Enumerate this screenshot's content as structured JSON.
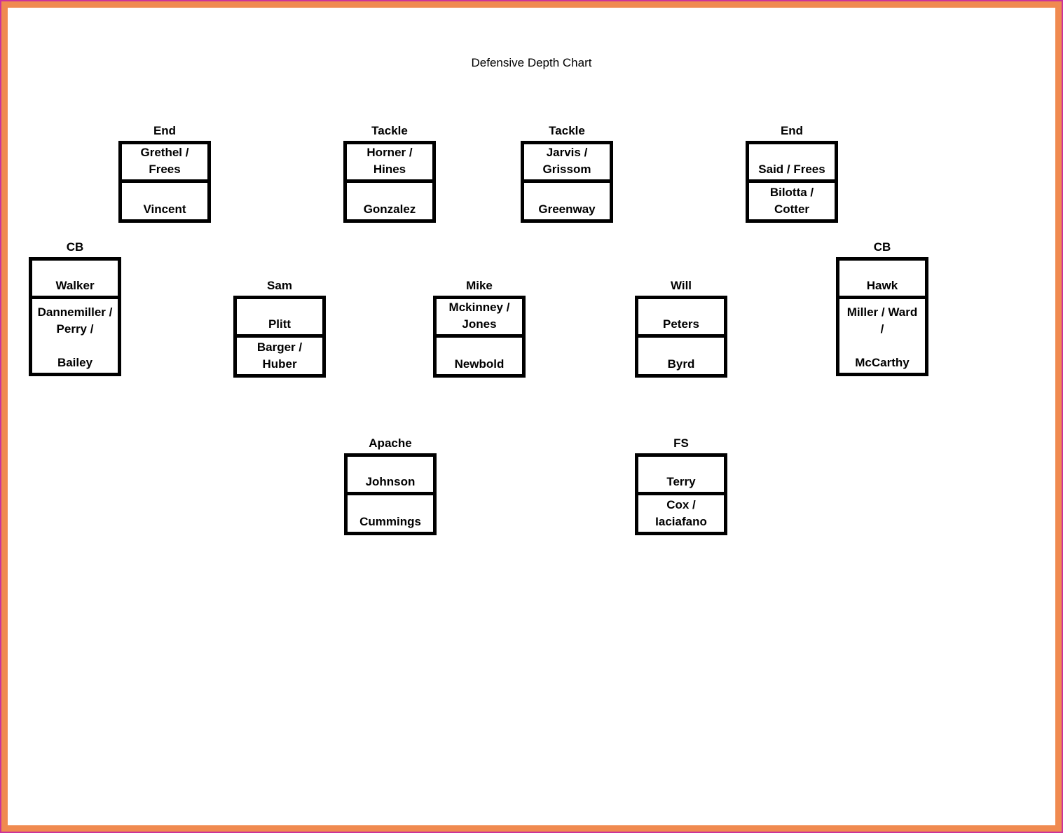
{
  "title": "Defensive Depth Chart",
  "colors": {
    "frame_outer": "#cc3399",
    "frame_inner": "#f08a50",
    "box_border": "#000000",
    "background": "#ffffff"
  },
  "positions": [
    {
      "id": "end-left",
      "label": "End",
      "starters": [
        "Grethel /",
        "Frees"
      ],
      "backups": [
        "Vincent"
      ]
    },
    {
      "id": "tackle-left",
      "label": "Tackle",
      "starters": [
        "Horner /",
        "Hines"
      ],
      "backups": [
        "Gonzalez"
      ]
    },
    {
      "id": "tackle-right",
      "label": "Tackle",
      "starters": [
        "Jarvis /",
        "Grissom"
      ],
      "backups": [
        "Greenway"
      ]
    },
    {
      "id": "end-right",
      "label": "End",
      "starters": [
        "Said / Frees"
      ],
      "backups": [
        "Bilotta /",
        "Cotter"
      ]
    },
    {
      "id": "cb-left",
      "label": "CB",
      "starters": [
        "Walker"
      ],
      "backups": [
        "Dannemiller /",
        "Perry /",
        "",
        "Bailey"
      ]
    },
    {
      "id": "sam",
      "label": "Sam",
      "starters": [
        "Plitt"
      ],
      "backups": [
        "Barger /",
        "Huber"
      ]
    },
    {
      "id": "mike",
      "label": "Mike",
      "starters": [
        "Mckinney /",
        "Jones"
      ],
      "backups": [
        "Newbold"
      ]
    },
    {
      "id": "will",
      "label": "Will",
      "starters": [
        "Peters"
      ],
      "backups": [
        "Byrd"
      ]
    },
    {
      "id": "cb-right",
      "label": "CB",
      "starters": [
        "Hawk"
      ],
      "backups": [
        "Miller / Ward",
        "/",
        "",
        "McCarthy"
      ]
    },
    {
      "id": "apache",
      "label": "Apache",
      "starters": [
        "Johnson"
      ],
      "backups": [
        "Cummings"
      ]
    },
    {
      "id": "fs",
      "label": "FS",
      "starters": [
        "Terry"
      ],
      "backups": [
        "Cox /",
        "Iaciafano"
      ]
    }
  ]
}
